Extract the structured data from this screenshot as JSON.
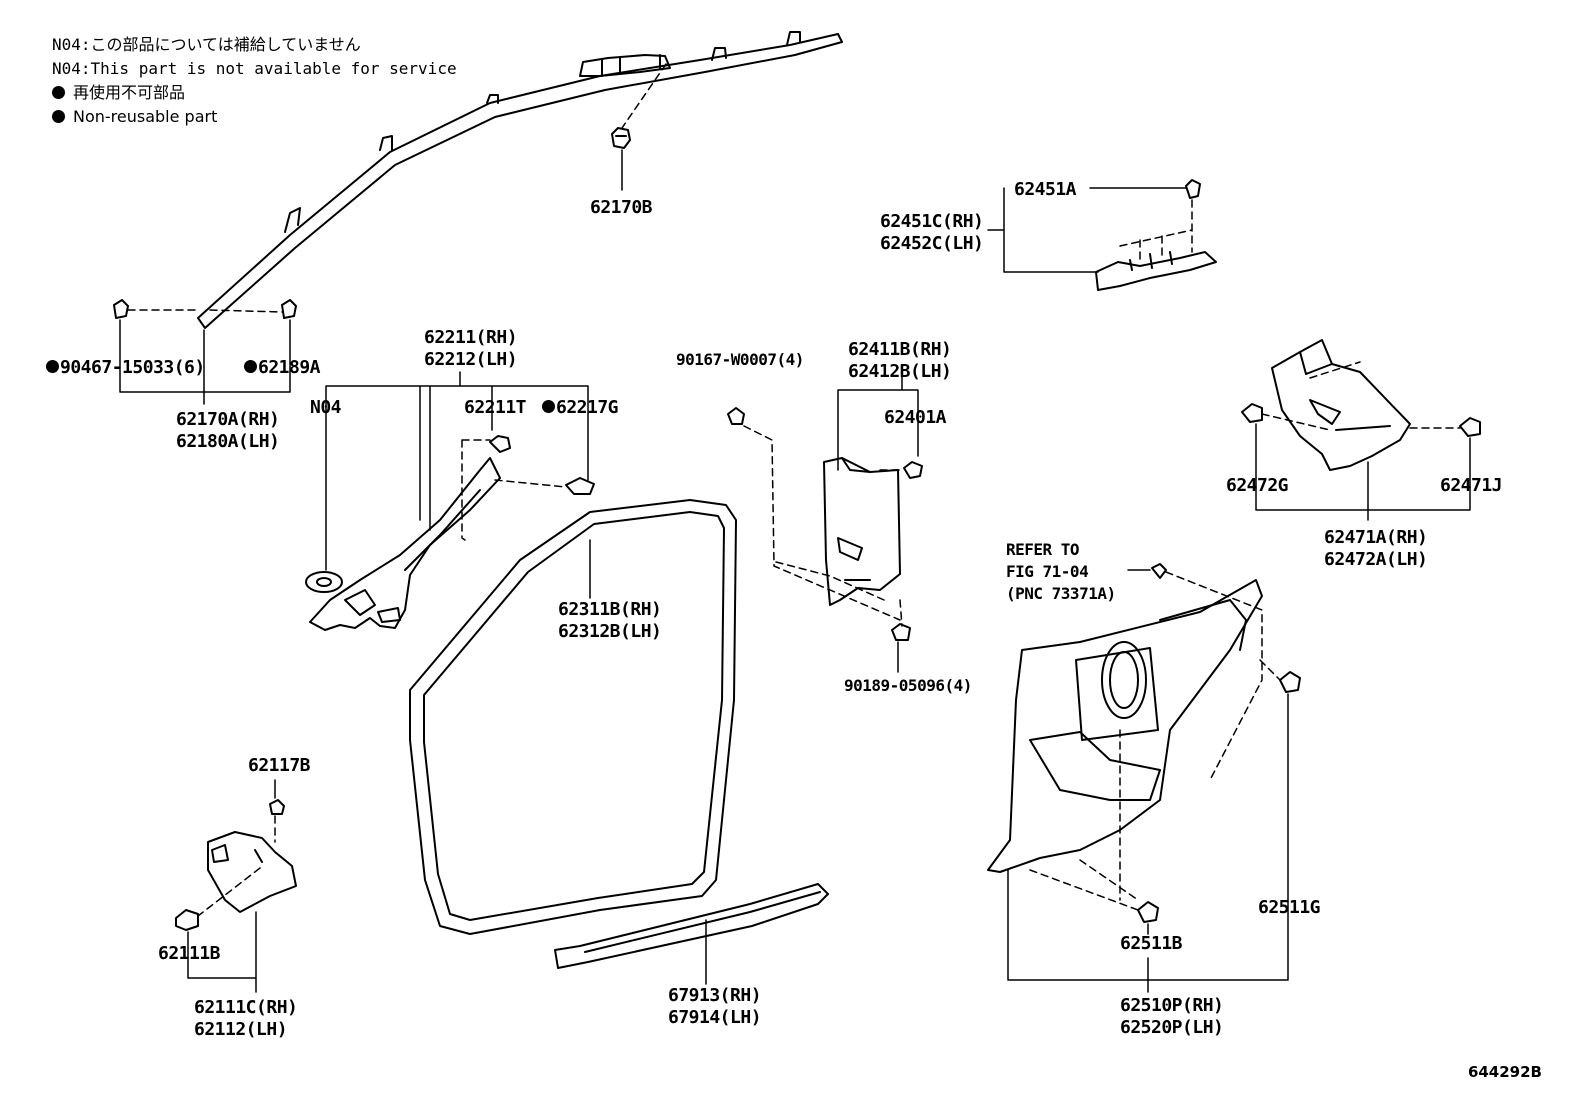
{
  "legend": {
    "note_jp": "N04:この部品については補給していません",
    "note_en": "N04:This part is not available for service",
    "nonreusable_jp": "再使用不可部品",
    "nonreusable_en": "Non-reusable part"
  },
  "labels": {
    "p62170B": "62170B",
    "p62451A": "62451A",
    "p62451C": "62451C(RH)",
    "p62452C": "62452C(LH)",
    "p90467": "90467-15033(6)",
    "p62189A": "62189A",
    "p62170A": "62170A(RH)",
    "p62180A": "62180A(LH)",
    "p62211": "62211(RH)",
    "p62212": "62212(LH)",
    "pN04": "N04",
    "p62211T": "62211T",
    "p62217G": "62217G",
    "p90167": "90167-W0007(4)",
    "p62411B": "62411B(RH)",
    "p62412B": "62412B(LH)",
    "p62401A": "62401A",
    "p62472G": "62472G",
    "p62471J": "62471J",
    "p62471A": "62471A(RH)",
    "p62472A": "62472A(LH)",
    "refer1": "REFER TO",
    "refer2": "FIG 71-04",
    "refer3": "(PNC 73371A)",
    "p62311B": "62311B(RH)",
    "p62312B": "62312B(LH)",
    "p90189": "90189-05096(4)",
    "p62117B": "62117B",
    "p62111B": "62111B",
    "p62111C": "62111C(RH)",
    "p62112": "62112(LH)",
    "p67913": "67913(RH)",
    "p67914": "67914(LH)",
    "p62511G": "62511G",
    "p62511B": "62511B",
    "p62510P": "62510P(RH)",
    "p62520P": "62520P(LH)"
  },
  "figure_id": "644292B"
}
